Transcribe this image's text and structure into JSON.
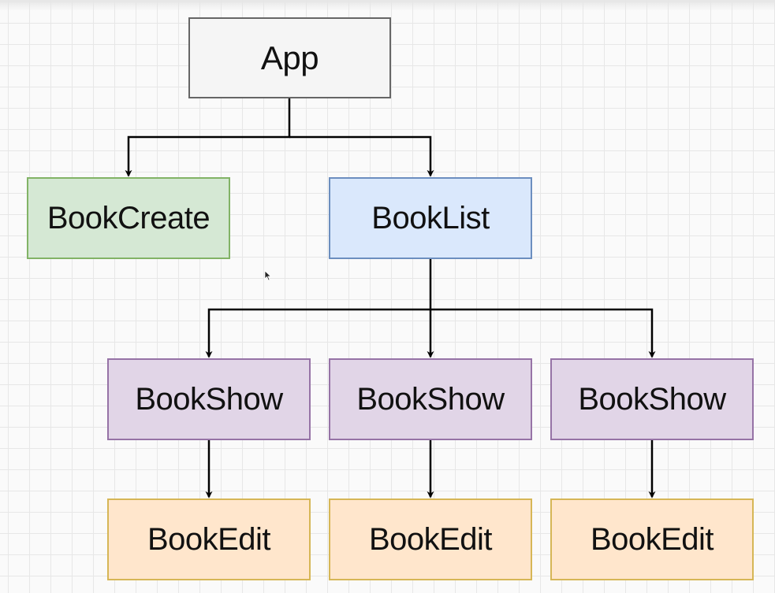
{
  "diagram": {
    "nodes": [
      {
        "id": "app",
        "label": "App",
        "fill": "#f5f5f5",
        "stroke": "#666666"
      },
      {
        "id": "bookcreate",
        "label": "BookCreate",
        "fill": "#d5e8d4",
        "stroke": "#82b366"
      },
      {
        "id": "booklist",
        "label": "BookList",
        "fill": "#dae8fc",
        "stroke": "#6c8ebf"
      },
      {
        "id": "bookshow-1",
        "label": "BookShow",
        "fill": "#e1d5e7",
        "stroke": "#9673a6"
      },
      {
        "id": "bookshow-2",
        "label": "BookShow",
        "fill": "#e1d5e7",
        "stroke": "#9673a6"
      },
      {
        "id": "bookshow-3",
        "label": "BookShow",
        "fill": "#e1d5e7",
        "stroke": "#9673a6"
      },
      {
        "id": "bookedit-1",
        "label": "BookEdit",
        "fill": "#ffe6cc",
        "stroke": "#d6b656"
      },
      {
        "id": "bookedit-2",
        "label": "BookEdit",
        "fill": "#ffe6cc",
        "stroke": "#d6b656"
      },
      {
        "id": "bookedit-3",
        "label": "BookEdit",
        "fill": "#ffe6cc",
        "stroke": "#d6b656"
      }
    ],
    "edges": [
      {
        "from": "app",
        "to": "bookcreate"
      },
      {
        "from": "app",
        "to": "booklist"
      },
      {
        "from": "booklist",
        "to": "bookshow-1"
      },
      {
        "from": "booklist",
        "to": "bookshow-2"
      },
      {
        "from": "booklist",
        "to": "bookshow-3"
      },
      {
        "from": "bookshow-1",
        "to": "bookedit-1"
      },
      {
        "from": "bookshow-2",
        "to": "bookedit-2"
      },
      {
        "from": "bookshow-3",
        "to": "bookedit-3"
      }
    ],
    "edge_color": "#000000",
    "grid_color": "#e7e7e7"
  }
}
